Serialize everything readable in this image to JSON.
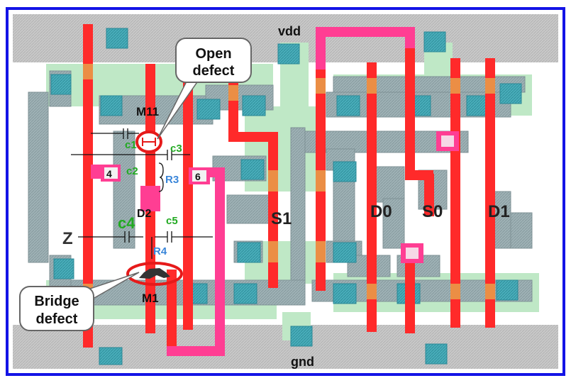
{
  "colors": {
    "frame": "#1414e6",
    "rail": "#c8c8c8",
    "poly": "#ff2b2b",
    "metal2": "#ff3e8f",
    "diffusion": "#b8e6c0",
    "metal1": "#8fa8ad",
    "contact": "#3fa9b6",
    "defect_ring": "#e61a1a",
    "green_text": "#22aa22",
    "blue_text": "#3a86d9"
  },
  "rails": {
    "top": "vdd",
    "bottom": "gnd"
  },
  "transistors": {
    "top": "M11",
    "bottom": "M1"
  },
  "pins": {
    "z": "Z",
    "s1": "S1",
    "d0": "D0",
    "s0": "S0",
    "d1": "D1",
    "d2": "D2"
  },
  "nodes": {
    "n4": "4",
    "n6": "6"
  },
  "capacitors": {
    "c1": "c1",
    "c2": "c2",
    "c3": "c3",
    "c4": "c4",
    "c5": "c5"
  },
  "resistors": {
    "r3": "R3",
    "r4": "R4"
  },
  "callouts": {
    "open": {
      "line1": "Open",
      "line2": "defect"
    },
    "bridge": {
      "line1": "Bridge",
      "line2": "defect"
    }
  }
}
